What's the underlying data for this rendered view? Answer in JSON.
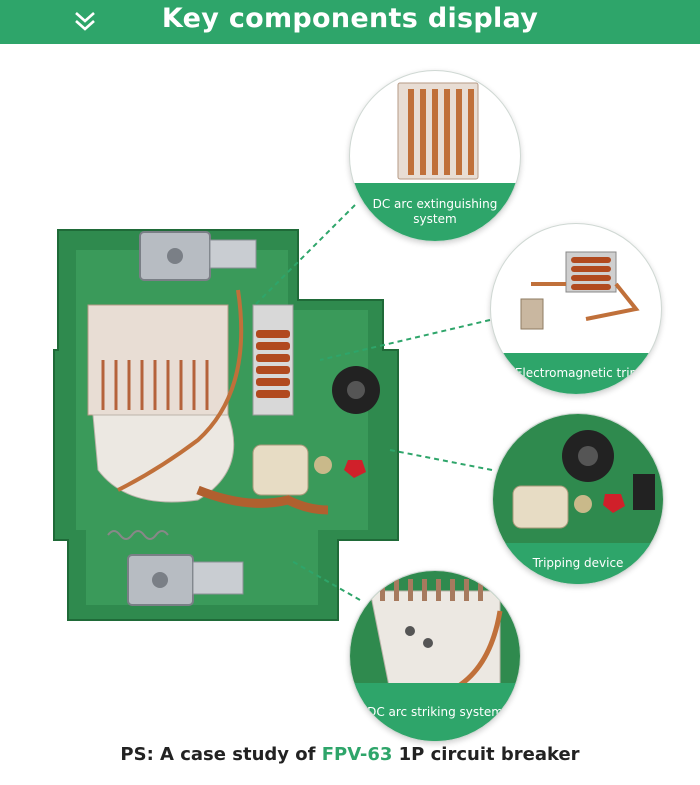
{
  "header": {
    "title": "Key components display",
    "icon": "double-chevron-down-icon",
    "color": "#2ea56a"
  },
  "components": [
    {
      "label": "DC arc extinguishing system"
    },
    {
      "label": "Electromagnetic trip"
    },
    {
      "label": "Tripping device"
    },
    {
      "label": "DC arc striking system"
    }
  ],
  "footnote": {
    "prefix": "PS: A case study of ",
    "model": "FPV-63",
    "suffix": " 1P circuit breaker"
  },
  "colors": {
    "brand": "#2ea56a",
    "housing": "#2f8a4e",
    "copper": "#c0703a",
    "label_text": "#ffffff"
  }
}
